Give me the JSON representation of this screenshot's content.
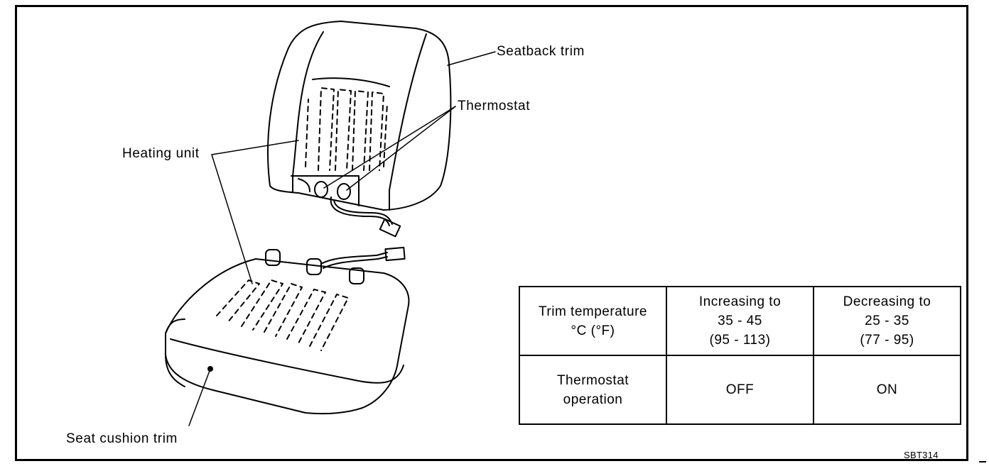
{
  "labels": {
    "seatback_trim": "Seatback trim",
    "thermostat": "Thermostat",
    "heating_unit": "Heating unit",
    "seat_cushion_trim": "Seat cushion trim"
  },
  "figure_code": "SBT314",
  "table": {
    "header": {
      "row_label": [
        "Trim temperature",
        "°C (°F)"
      ],
      "increasing": [
        "Increasing to",
        "35 - 45",
        "(95 - 113)"
      ],
      "decreasing": [
        "Decreasing to",
        "25 - 35",
        "(77 - 95)"
      ]
    },
    "row": {
      "label": [
        "Thermostat",
        "operation"
      ],
      "increasing_value": "OFF",
      "decreasing_value": "ON"
    }
  }
}
